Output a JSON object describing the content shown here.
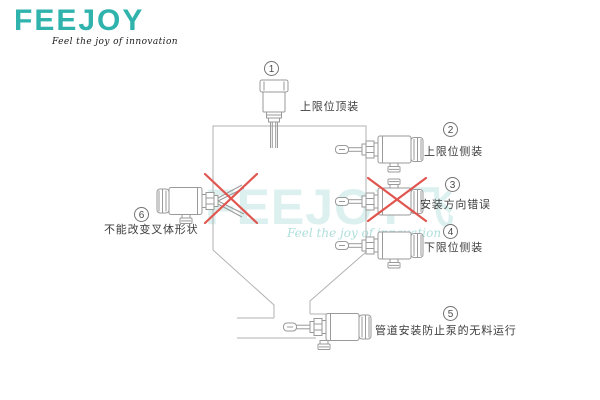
{
  "logo": {
    "brand": "FEEJOY",
    "tagline": "Feel the joy of innovation"
  },
  "watermark": {
    "brand": "FEEJOY",
    "cjk": "飞",
    "tagline": "Feel the joy of innovation"
  },
  "colors": {
    "brand_teal": "#2fb3ac",
    "diagram_line_gray": "#b2b2b2",
    "sensor_line_gray": "#9a9a9a",
    "label_text": "#3d3d3d",
    "error_cross_red": "#e0564f",
    "watermark_teal_light": "#d2ecea"
  },
  "callouts": [
    {
      "num": "1",
      "label": "上限位顶装"
    },
    {
      "num": "2",
      "label": "上限位侧装"
    },
    {
      "num": "3",
      "label": "安装方向错误"
    },
    {
      "num": "4",
      "label": "下限位侧装"
    },
    {
      "num": "5",
      "label": "管道安装防止泵的无料运行"
    },
    {
      "num": "6",
      "label": "不能改变叉体形状"
    }
  ]
}
